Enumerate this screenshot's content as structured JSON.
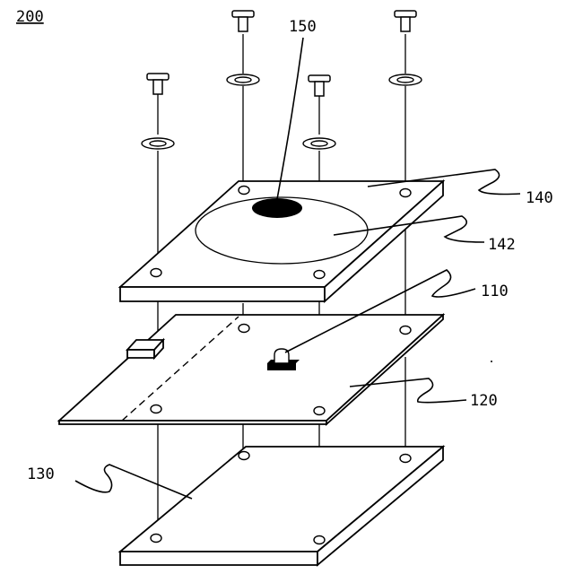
{
  "figure_number": "200",
  "labels": {
    "upper_plate": "140",
    "opening": "142",
    "mark": "150",
    "light_source": "110",
    "circuit_board": "120",
    "base_plate": "130"
  },
  "colors": {
    "line": "#000000",
    "background": "#ffffff",
    "mark_fill": "#000000"
  }
}
